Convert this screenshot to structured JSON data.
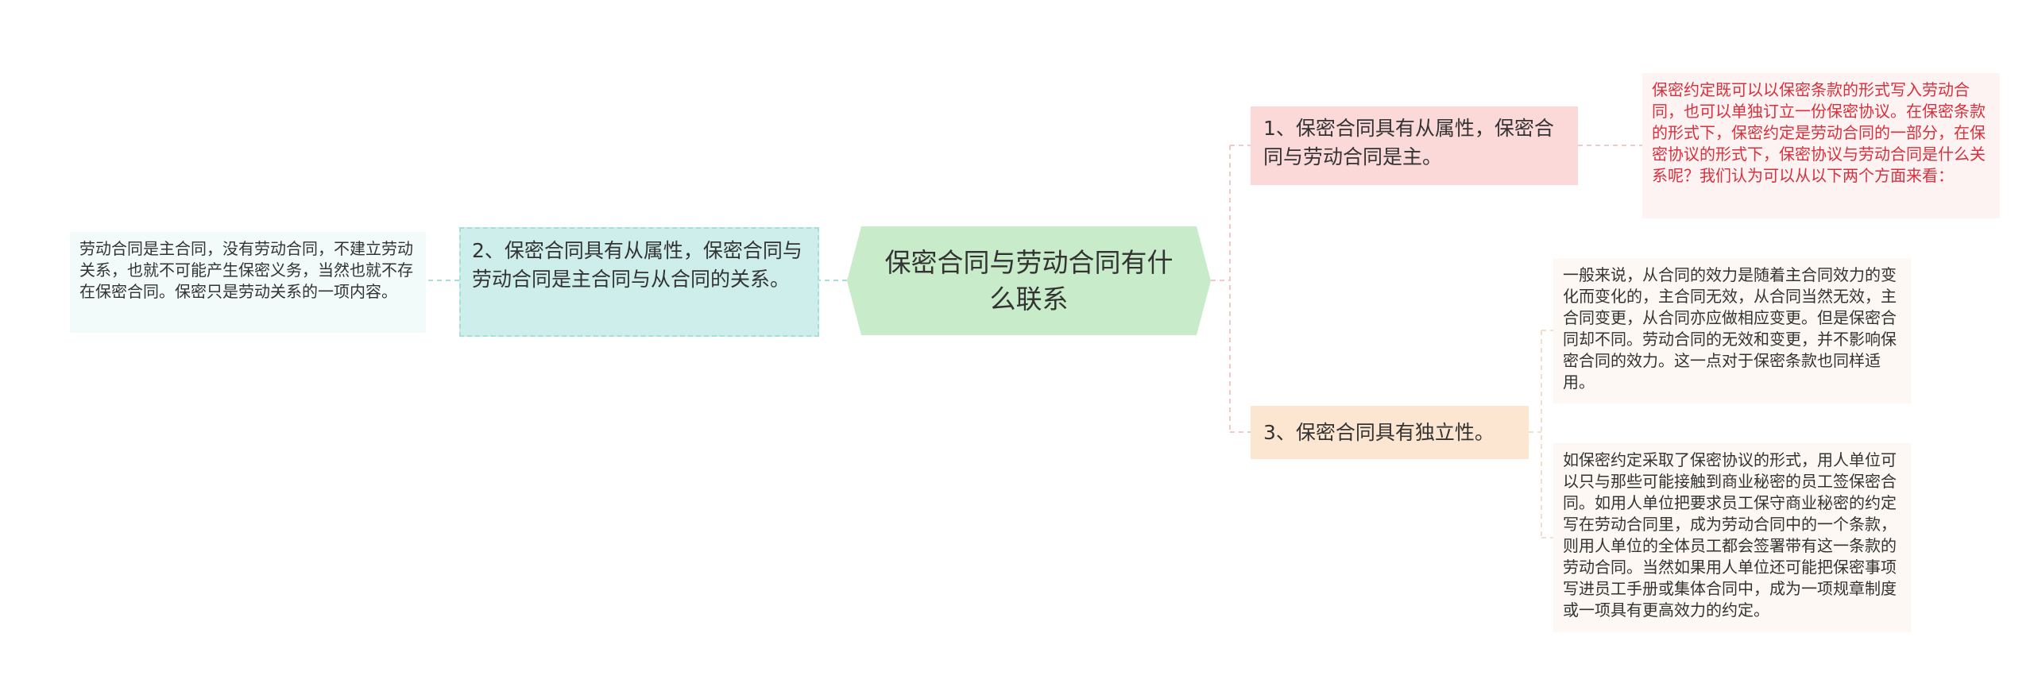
{
  "root": {
    "title": "保密合同与劳动合同有什么联系"
  },
  "branches": [
    {
      "label": "2、保密合同具有从属性，保密合同与劳动合同是主合同与从合同的关系。",
      "children": [
        "劳动合同是主合同，没有劳动合同，不建立劳动关系，也就不可能产生保密义务，当然也就不存在保密合同。保密只是劳动关系的一项内容。"
      ]
    },
    {
      "label": "1、保密合同具有从属性，保密合同与劳动合同是主。",
      "children": [
        "保密约定既可以以保密条款的形式写入劳动合同，也可以单独订立一份保密协议。在保密条款的形式下，保密约定是劳动合同的一部分，在保密协议的形式下，保密协议与劳动合同是什么关系呢？我们认为可以从以下两个方面来看："
      ]
    },
    {
      "label": "3、保密合同具有独立性。",
      "children": [
        "一般来说，从合同的效力是随着主合同效力的变化而变化的，主合同无效，从合同当然无效，主合同变更，从合同亦应做相应变更。但是保密合同却不同。劳动合同的无效和变更，并不影响保密合同的效力。这一点对于保密条款也同样适用。",
        "如保密约定采取了保密协议的形式，用人单位可以只与那些可能接触到商业秘密的员工签保密合同。如用人单位把要求员工保守商业秘密的约定写在劳动合同里，成为劳动合同中的一个条款，则用人单位的全体员工都会签署带有这一条款的劳动合同。当然如果用人单位还可能把保密事项写进员工手册或集体合同中，成为一项规章制度或一项具有更高效力的约定。"
      ]
    }
  ],
  "colors": {
    "root_fill": "#c8ecc9",
    "left_branch_fill": "#cdeeea",
    "branch1_fill": "#fbd9d9",
    "branch3_fill": "#fde6d1",
    "branch1_leaf_text": "#d9303d"
  }
}
